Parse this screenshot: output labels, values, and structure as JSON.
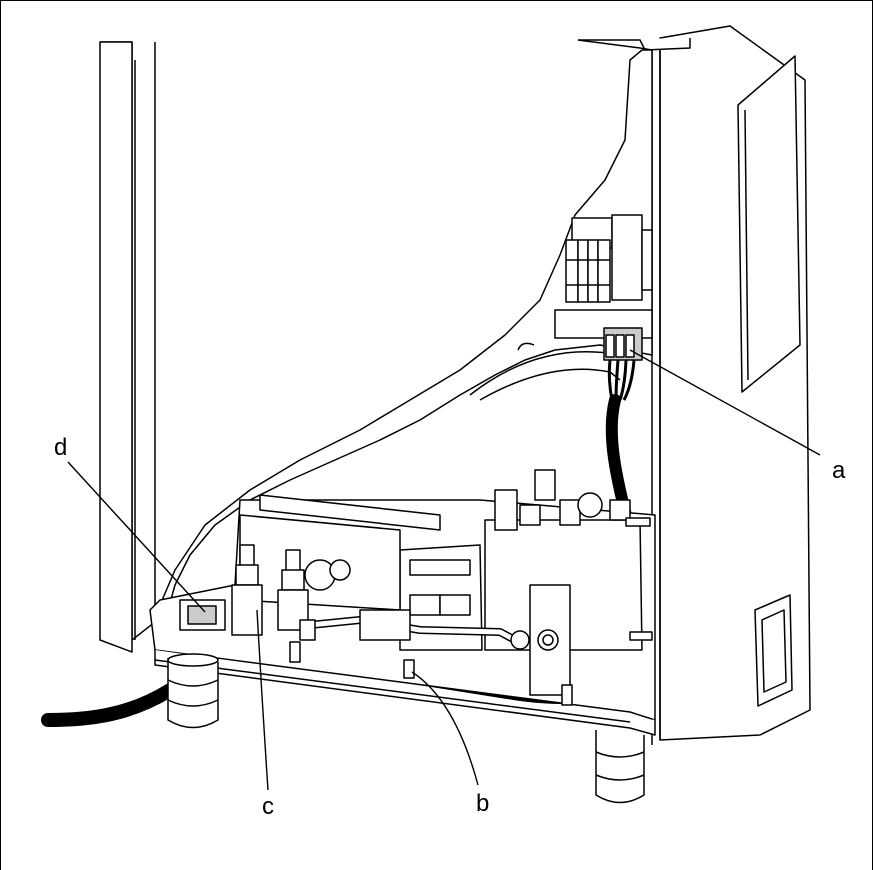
{
  "callouts": [
    {
      "id": "a",
      "text": "a"
    },
    {
      "id": "b",
      "text": "b"
    },
    {
      "id": "c",
      "text": "c"
    },
    {
      "id": "d",
      "text": "d"
    }
  ]
}
